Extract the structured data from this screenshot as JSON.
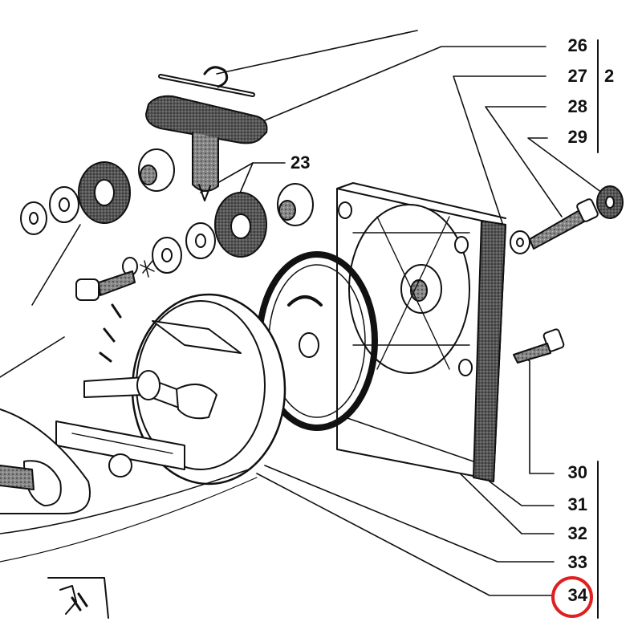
{
  "diagram": {
    "labels": {
      "p26": "26",
      "p27": "27",
      "p28": "28",
      "p29": "29",
      "p23": "23",
      "p30": "30",
      "p31": "31",
      "p32": "32",
      "p33": "33",
      "p34": "34",
      "group2": "2"
    },
    "highlighted_part": "34",
    "colors": {
      "ink": "#111111",
      "paper": "#ffffff",
      "highlight": "#e02020"
    }
  }
}
